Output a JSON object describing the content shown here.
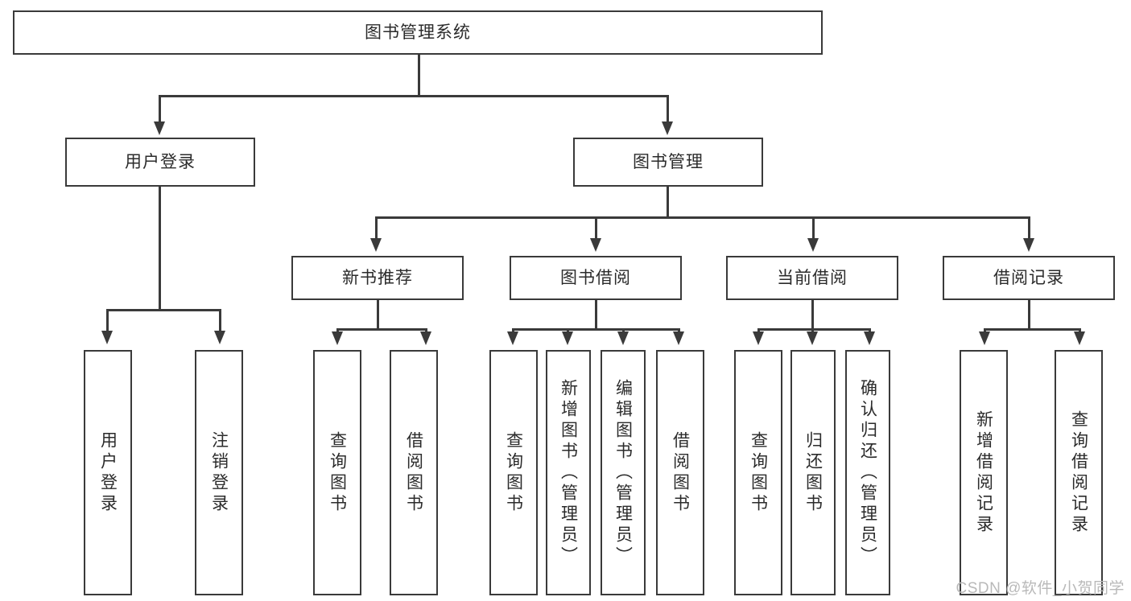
{
  "diagram": {
    "type": "tree-hierarchy-flowchart",
    "title": "图书管理系统",
    "watermark": "CSDN @软件_小贺同学",
    "colors": {
      "stroke": "#3a3a3a",
      "fill": "#ffffff",
      "text": "#2b2b2b",
      "watermark": "#b9b9b9"
    },
    "levels": {
      "root": {
        "label": "图书管理系统"
      },
      "level2": [
        {
          "label": "用户登录"
        },
        {
          "label": "图书管理"
        }
      ],
      "level3": [
        {
          "label": "新书推荐"
        },
        {
          "label": "图书借阅"
        },
        {
          "label": "当前借阅"
        },
        {
          "label": "借阅记录"
        }
      ],
      "leaves": {
        "user_login": [
          {
            "label": "用户登录"
          },
          {
            "label": "注销登录"
          }
        ],
        "new_book_recommend": [
          {
            "label": "查询图书"
          },
          {
            "label": "借阅图书"
          }
        ],
        "book_borrow": [
          {
            "label": "查询图书"
          },
          {
            "label": "新增图书（管理员）"
          },
          {
            "label": "编辑图书（管理员）"
          },
          {
            "label": "借阅图书"
          }
        ],
        "current_borrow": [
          {
            "label": "查询图书"
          },
          {
            "label": "归还图书"
          },
          {
            "label": "确认归还（管理员）"
          }
        ],
        "borrow_record": [
          {
            "label": "新增借阅记录"
          },
          {
            "label": "查询借阅记录"
          }
        ]
      }
    }
  }
}
